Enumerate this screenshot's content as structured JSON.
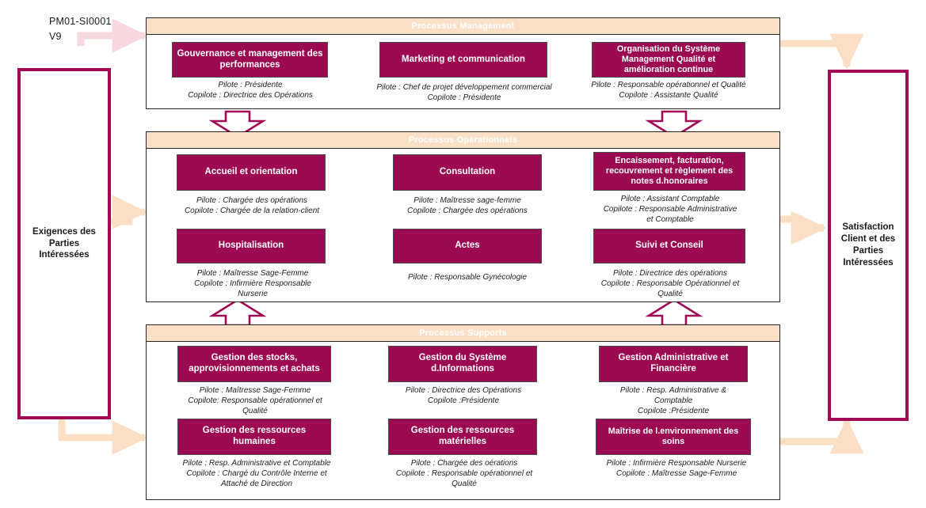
{
  "document": {
    "code": "PM01-SI0001\nV9"
  },
  "colors": {
    "box_fill": "#9C0A51",
    "band_fill": "#FBE0C8",
    "pillar_border": "#A10B56",
    "arrow_peach": "#FBDFC4",
    "arrow_pink": "#F7D8DE",
    "line_black": "#000000"
  },
  "left_pillar": {
    "label": "Exigences des\nParties\nIntéressées"
  },
  "right_pillar": {
    "label": "Satisfaction\nClient et des\nParties\nIntéressées"
  },
  "sections": [
    {
      "id": "management",
      "title": "Processus Management",
      "boxes": [
        {
          "name": "gouvernance",
          "title": "Gouvernance et management des\nperformances",
          "caption": "Pilote : Présidente\nCopilote : Directrice des Opérations"
        },
        {
          "name": "marketing",
          "title": "Marketing et communication",
          "caption": "Pilote : Chef de projet développement commercial\nCopilote : Présidente"
        },
        {
          "name": "organisation-smq",
          "title": "Organisation du Système\nManagement Qualité et\namélioration continue",
          "caption": "Pilote : Responsable opérationnel et Qualité\nCopilote : Assistante Qualité"
        }
      ]
    },
    {
      "id": "operationnels",
      "title": "Processus Opérationnels",
      "boxes": [
        {
          "name": "accueil",
          "title": "Accueil et orientation",
          "caption": "Pilote : Chargée des opérations\nCopilote : Chargée de la relation-client"
        },
        {
          "name": "consultation",
          "title": "Consultation",
          "caption": "Pilote : Maîtresse sage-femme\nCopilote : Chargée des opérations"
        },
        {
          "name": "encaissement",
          "title": "Encaissement, facturation,\nrecouvrement et règlement des\nnotes d.honoraires",
          "caption": "Pilote : Assistant Comptable\nCopilote : Responsable Administrative\net Comptable"
        },
        {
          "name": "hospitalisation",
          "title": "Hospitalisation",
          "caption": "Pilote : Maîtresse Sage-Femme\nCopilote : Infirmière Responsable\nNurserie"
        },
        {
          "name": "actes",
          "title": "Actes",
          "caption": "Pilote : Responsable Gynécologie"
        },
        {
          "name": "suivi-conseil",
          "title": "Suivi et Conseil",
          "caption": "Pilote : Directrice des opérations\nCopilote : Responsable Opérationnel et\nQualité"
        }
      ]
    },
    {
      "id": "supports",
      "title": "Processus Supports",
      "boxes": [
        {
          "name": "gestion-stocks",
          "title": "Gestion des stocks,\napprovisionnements et achats",
          "caption": "Pilote : Maîtresse Sage-Femme\nCopilote: Responsable opérationnel et\nQualité"
        },
        {
          "name": "gestion-si",
          "title": "Gestion du Système\nd.Informations",
          "caption": "Pilote : Directrice des Opérations\nCopilote :Présidente"
        },
        {
          "name": "gestion-admin-fin",
          "title": "Gestion Administrative et\nFinancière",
          "caption": "Pilote : Resp. Administrative &\nComptable\nCopilote :Présidente"
        },
        {
          "name": "gestion-rh",
          "title": "Gestion des ressources\nhumaines",
          "caption": "Pilote : Resp. Administrative et Comptable\nCopilote : Chargé du Contrôle Interne et\nAttaché de Direction"
        },
        {
          "name": "gestion-materielles",
          "title": "Gestion des ressources\nmatérielles",
          "caption": "Pilote : Chargée des oérations\nCopilote : Responsable opérationnel et\nQualité"
        },
        {
          "name": "maitrise-env",
          "title": "Maîtrise de l.environnement des\nsoins",
          "caption": "Pilote :  Infirmière Responsable Nurserie\nCopilote : Maîtresse Sage-Femme"
        }
      ]
    }
  ]
}
